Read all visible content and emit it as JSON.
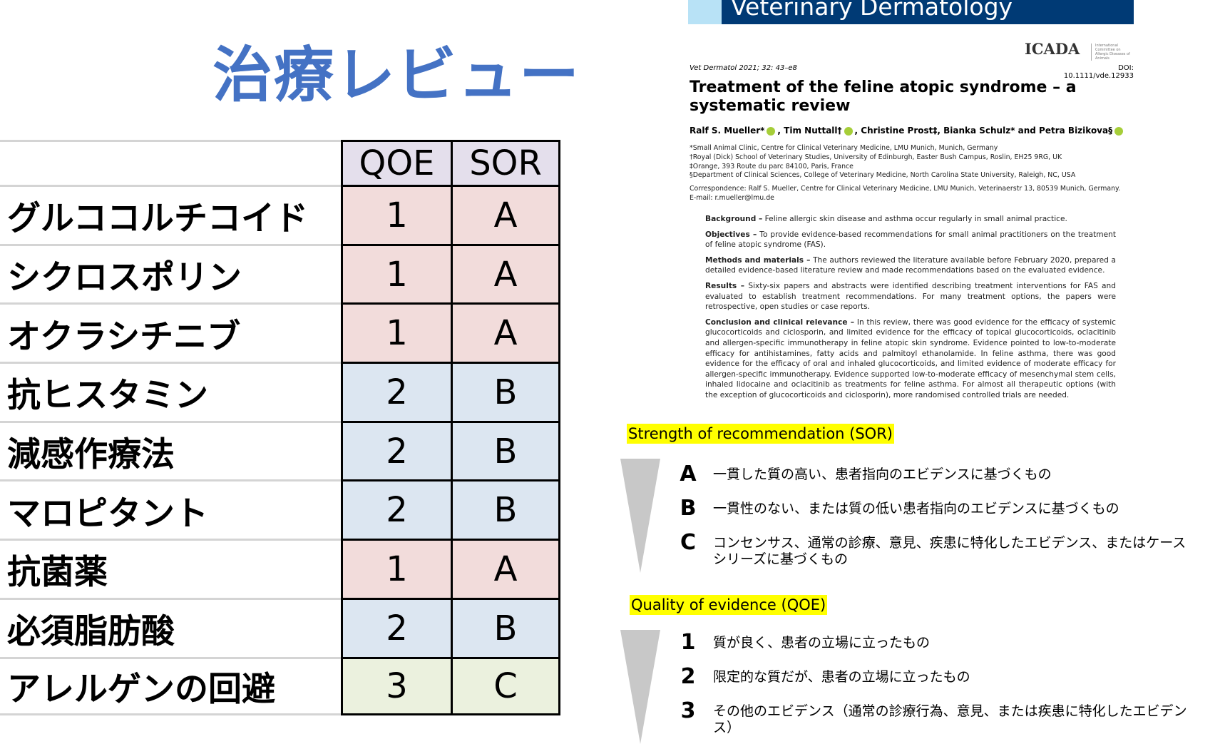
{
  "slide_title": "治療レビュー",
  "table": {
    "headers": [
      "",
      "QOE",
      "SOR"
    ],
    "rows": [
      {
        "name": "グルココルチコイド",
        "qoe": "1",
        "sor": "A",
        "color": "#f2dcdb"
      },
      {
        "name": "シクロスポリン",
        "qoe": "1",
        "sor": "A",
        "color": "#f2dcdb"
      },
      {
        "name": "オクラシチニブ",
        "qoe": "1",
        "sor": "A",
        "color": "#f2dcdb"
      },
      {
        "name": "抗ヒスタミン",
        "qoe": "2",
        "sor": "B",
        "color": "#dce6f1"
      },
      {
        "name": "減感作療法",
        "qoe": "2",
        "sor": "B",
        "color": "#dce6f1"
      },
      {
        "name": "マロピタント",
        "qoe": "2",
        "sor": "B",
        "color": "#dce6f1"
      },
      {
        "name": "抗菌薬",
        "qoe": "1",
        "sor": "A",
        "color": "#f2dcdb"
      },
      {
        "name": "必須脂肪酸",
        "qoe": "2",
        "sor": "B",
        "color": "#dce6f1"
      },
      {
        "name": "アレルゲンの回避",
        "qoe": "3",
        "sor": "C",
        "color": "#ebf1de"
      }
    ]
  },
  "paper": {
    "journal": "Veterinary Dermatology",
    "icada": "ICADA",
    "icada_sub": "International Committee on Allergic Diseases of Animals",
    "citation": "Vet Dermatol 2021; 32: 43–e8",
    "doi": "DOI: 10.1111/vde.12933",
    "title": "Treatment of the feline atopic syndrome – a systematic review",
    "authors": [
      "Ralf S. Mueller*",
      "Tim Nuttall†",
      "Christine Prost‡, Bianka Schulz* and Petra Bizikova§"
    ],
    "affiliations": [
      "*Small Animal Clinic, Centre for Clinical Veterinary Medicine, LMU Munich, Munich, Germany",
      "†Royal (Dick) School of Veterinary Studies, University of Edinburgh, Easter Bush Campus, Roslin, EH25 9RG, UK",
      "‡Orange, 393 Route du parc 84100, Paris, France",
      "§Department of Clinical Sciences, College of Veterinary Medicine, North Carolina State University, Raleigh, NC, USA"
    ],
    "correspondence": "Correspondence: Ralf S. Mueller, Centre for Clinical Veterinary Medicine, LMU Munich, Veterinaerstr 13, 80539 Munich, Germany.",
    "email": "E-mail: r.mueller@lmu.de",
    "abstract": [
      {
        "head": "Background –",
        "text": " Feline allergic skin disease and asthma occur regularly in small animal practice."
      },
      {
        "head": "Objectives –",
        "text": " To provide evidence-based recommendations for small animal practitioners on the treatment of feline atopic syndrome (FAS)."
      },
      {
        "head": "Methods and materials –",
        "text": " The authors reviewed the literature available before February 2020, prepared a detailed evidence-based literature review and made recommendations based on the evaluated evidence."
      },
      {
        "head": "Results –",
        "text": " Sixty-six papers and abstracts were identified describing treatment interventions for FAS and evaluated to establish treatment recommendations. For many treatment options, the papers were retrospective, open studies or case reports."
      },
      {
        "head": "Conclusion and clinical relevance –",
        "text": " In this review, there was good evidence for the efficacy of systemic glucocorticoids and ciclosporin, and limited evidence for the efficacy of topical glucocorticoids, oclacitinib and allergen-specific immunotherapy in feline atopic skin syndrome. Evidence pointed to low-to-moderate efficacy for antihistamines, fatty acids and palmitoyl ethanolamide. In feline asthma, there was good evidence for the efficacy of oral and inhaled glucocorticoids, and limited evidence of moderate efficacy for allergen-specific immunotherapy. Evidence supported low-to-moderate efficacy of mesenchymal stem cells, inhaled lidocaine and oclacitinib as treatments for feline asthma. For almost all therapeutic options (with the exception of glucocorticoids and ciclosporin), more randomised controlled trials are needed."
      }
    ]
  },
  "sor": {
    "label": "Strength of recommendation (SOR)",
    "items": [
      {
        "key": "A",
        "text": "一貫した質の高い、患者指向のエビデンスに基づくもの"
      },
      {
        "key": "B",
        "text": "一貫性のない、または質の低い患者指向のエビデンスに基づくもの"
      },
      {
        "key": "C",
        "text": "コンセンサス、通常の診療、意見、疾患に特化したエビデンス、またはケースシリーズに基づくもの"
      }
    ]
  },
  "qoe": {
    "label": "Quality of evidence (QOE)",
    "items": [
      {
        "key": "1",
        "text": "質が良く、患者の立場に立ったもの"
      },
      {
        "key": "2",
        "text": "限定的な質だが、患者の立場に立ったもの"
      },
      {
        "key": "3",
        "text": "その他のエビデンス（通常の診療行為、意見、または疾患に特化したエビデンス）"
      }
    ]
  }
}
